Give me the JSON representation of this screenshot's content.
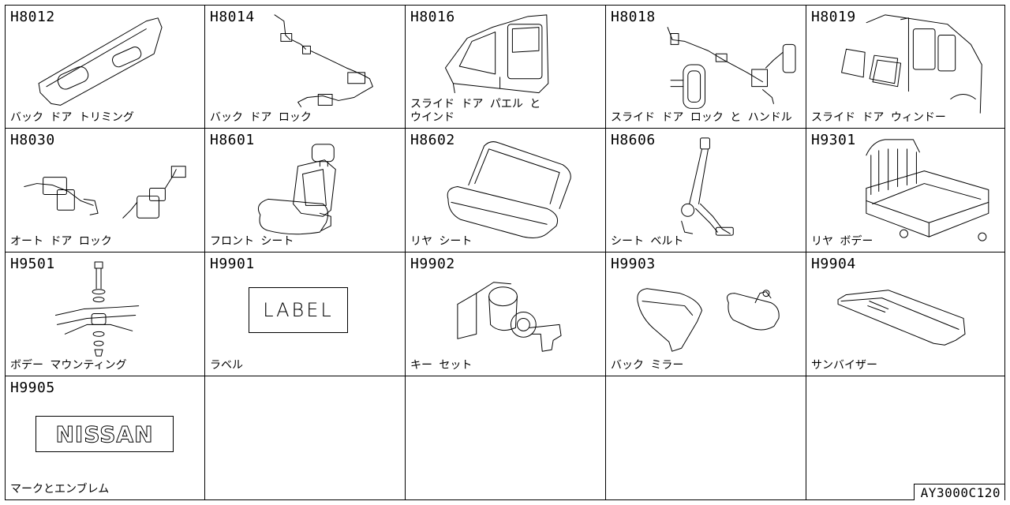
{
  "catalog": {
    "cells": [
      {
        "code": "H8012",
        "name": "バック ドア トリミング",
        "icon": "back-door-trim-drawing"
      },
      {
        "code": "H8014",
        "name": "バック ドア ロック",
        "icon": "back-door-lock-drawing"
      },
      {
        "code": "H8016",
        "name": "スライド ドア パエル と\n ウインド",
        "icon": "slide-door-panel-drawing"
      },
      {
        "code": "H8018",
        "name": "スライド ドア ロック と ハンドル",
        "icon": "slide-door-lock-handle-drawing"
      },
      {
        "code": "H8019",
        "name": "スライド ドア ウィンドー",
        "icon": "slide-door-window-drawing"
      },
      {
        "code": "H8030",
        "name": "オート ドア ロック",
        "icon": "auto-door-lock-drawing"
      },
      {
        "code": "H8601",
        "name": "フロント シート",
        "icon": "front-seat-drawing"
      },
      {
        "code": "H8602",
        "name": "リヤ シート",
        "icon": "rear-seat-drawing"
      },
      {
        "code": "H8606",
        "name": "シート ベルト",
        "icon": "seat-belt-drawing"
      },
      {
        "code": "H9301",
        "name": "リヤ ボデー",
        "icon": "rear-body-drawing"
      },
      {
        "code": "H9501",
        "name": "ボデー マウンティング",
        "icon": "body-mounting-drawing"
      },
      {
        "code": "H9901",
        "name": "ラベル",
        "icon": "label-drawing"
      },
      {
        "code": "H9902",
        "name": "キー セット",
        "icon": "key-set-drawing"
      },
      {
        "code": "H9903",
        "name": "バック ミラー",
        "icon": "back-mirror-drawing"
      },
      {
        "code": "H9904",
        "name": "サンバイザー",
        "icon": "sun-visor-drawing"
      },
      {
        "code": "H9905",
        "name": "マークとエンブレム",
        "icon": "mark-emblem-drawing"
      }
    ],
    "label_sign": "LABEL",
    "emblem_text": "NISSAN"
  },
  "footer": {
    "ref": "AY3000C120"
  }
}
